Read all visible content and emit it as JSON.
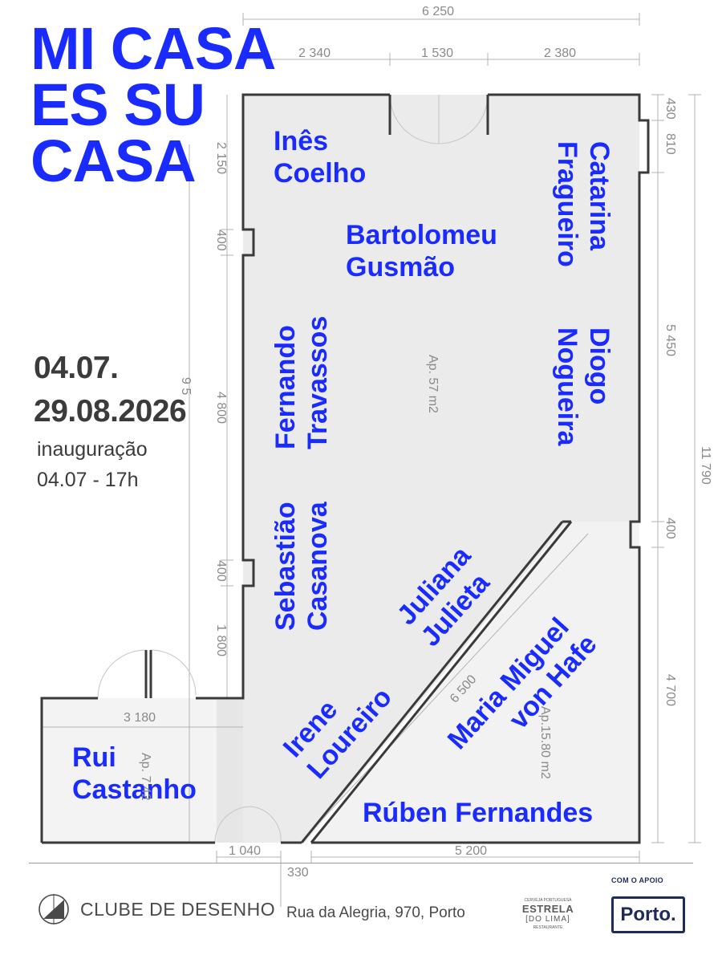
{
  "title": [
    "MI CASA",
    "ES SU",
    "CASA"
  ],
  "dates": [
    "04.07.",
    "29.08.2026"
  ],
  "opening": [
    "inauguração",
    "04.07 - 17h"
  ],
  "artists": {
    "ines": [
      "Inês",
      "Coelho"
    ],
    "bartolomeu": [
      "Bartolomeu",
      "Gusmão"
    ],
    "catarina": [
      "Catarina",
      "Fragueiro"
    ],
    "fernando": [
      "Fernando",
      "Travassos"
    ],
    "diogo": [
      "Diogo",
      "Nogueira"
    ],
    "sebastiao": [
      "Sebastião",
      "Casanova"
    ],
    "juliana": [
      "Juliana",
      "Julieta"
    ],
    "maria": [
      "Maria Miguel",
      "von Hafe"
    ],
    "irene": [
      "Irene",
      "Loureiro"
    ],
    "rui": [
      "Rui",
      "Castanho"
    ],
    "ruben": "Rúben Fernandes"
  },
  "dimensions": {
    "total_width": "6 250",
    "seg_left": "2 340",
    "seg_middle": "1 530",
    "seg_right": "2 380",
    "right_430": "430",
    "right_810": "810",
    "right_5450": "5 450",
    "right_11790": "11 790",
    "right_400": "400",
    "right_4700": "4 700",
    "left_2150": "2 150",
    "left_400_top": "400",
    "left_4800": "4 800",
    "left_9500": "9 5",
    "left_400_bottom": "400",
    "left_1800": "1 800",
    "annex_3180": "3 180",
    "bottom_1040": "1 040",
    "bottom_330": "330",
    "bottom_5200": "5 200",
    "diagonal_6500": "6 500"
  },
  "areas": {
    "main": "Ap. 57 m2",
    "triangle": "Ap.15.80 m2",
    "annex": "Ap. 7.42"
  },
  "footer": {
    "club_name": "CLUBE DE DESENHO",
    "address": "Rua da Alegria, 970, Porto",
    "estrela_top": "CERVEJA PORTUGUESA",
    "estrela_name": "ESTRELA",
    "estrela_sub": "[DO LIMA]",
    "estrela_bottom": "RESTAURANTE",
    "support_label": "COM O APOIO",
    "porto_logo": "Porto."
  },
  "colors": {
    "accent": "#1a2bff",
    "text_dark": "#3b3b3b",
    "room_fill": "#ebebeb",
    "room_light": "#f3f3f3",
    "wall": "#3a3a3a",
    "dimension": "#8a8a8a",
    "porto_navy": "#1d2a5a"
  },
  "icons": [
    "clube-de-desenho-logo",
    "estrela-logo",
    "porto-logo"
  ]
}
